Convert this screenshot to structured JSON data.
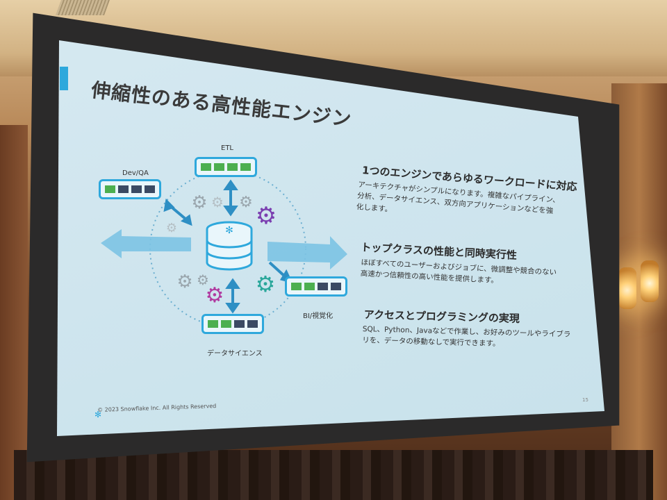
{
  "slide": {
    "title": "伸縮性のある高性能エンジン",
    "page_number": "15",
    "copyright": "© 2023 Snowflake Inc. All Rights Reserved"
  },
  "diagram": {
    "labels": {
      "etl": "ETL",
      "devqa": "Dev/QA",
      "bi": "BI/視覚化",
      "datascience": "データサイエンス"
    }
  },
  "sections": [
    {
      "heading": "1つのエンジンであらゆるワークロードに対応",
      "body": "アーキテクチャがシンプルになります。複雑なパイプライン、分析、データサイエンス、双方向アプリケーションなどを強化します。"
    },
    {
      "heading": "トップクラスの性能と同時実行性",
      "body": "ほぼすべてのユーザーおよびジョブに、微調整や競合のない高速かつ信頼性の高い性能を提供します。"
    },
    {
      "heading": "アクセスとプログラミングの実現",
      "body": "SQL、Python、Javaなどで作業し、お好みのツールやライブラリを、データの移動なしで実行できます。"
    }
  ],
  "colors": {
    "accent": "#2ea8dc",
    "green": "#4caf50",
    "navy": "#3a4a63",
    "purple": "#7b3fb0",
    "magenta": "#b03aa0",
    "teal": "#2aa79b"
  },
  "icons": [
    "snowflake-icon",
    "gear-icon",
    "database-icon"
  ]
}
